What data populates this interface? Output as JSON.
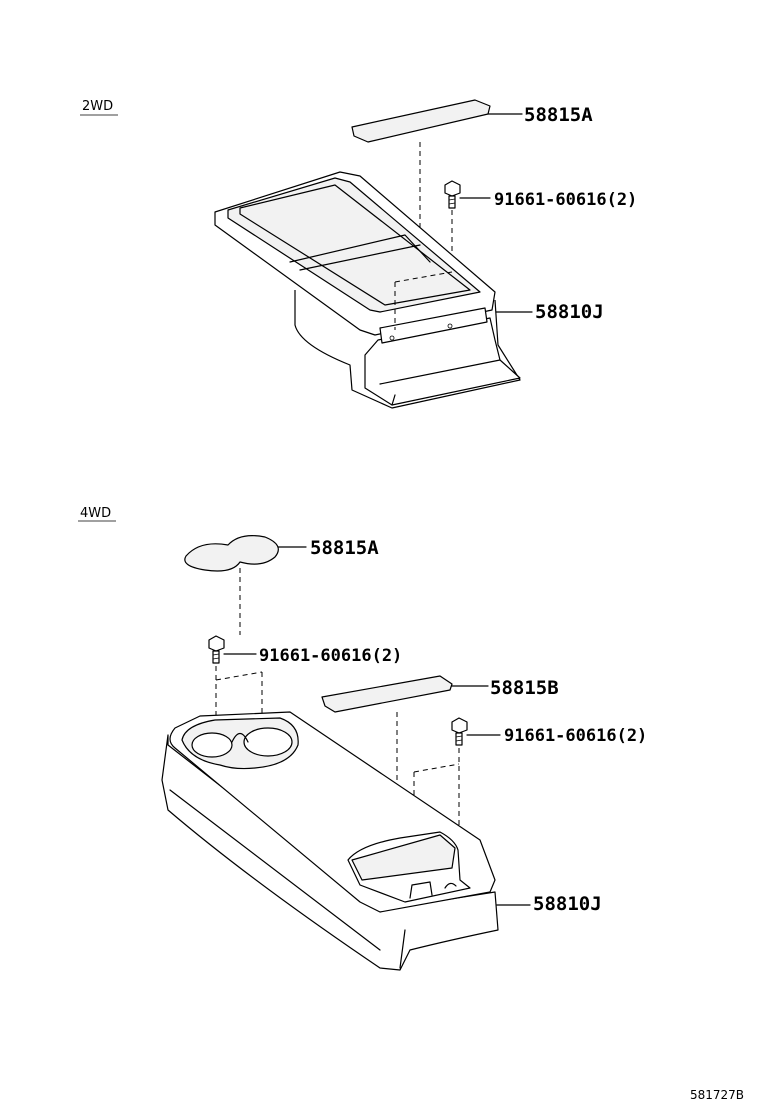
{
  "sections": {
    "top": {
      "title": "2WD",
      "labels": {
        "lid_pad": "58815A",
        "bolt": "91661-60616(2)",
        "console": "58810J"
      }
    },
    "bottom": {
      "title": "4WD",
      "labels": {
        "cup_mat": "58815A",
        "bolt_left": "91661-60616(2)",
        "tray_mat": "58815B",
        "bolt_right": "91661-60616(2)",
        "console": "58810J"
      }
    }
  },
  "figure_code": "581727B"
}
